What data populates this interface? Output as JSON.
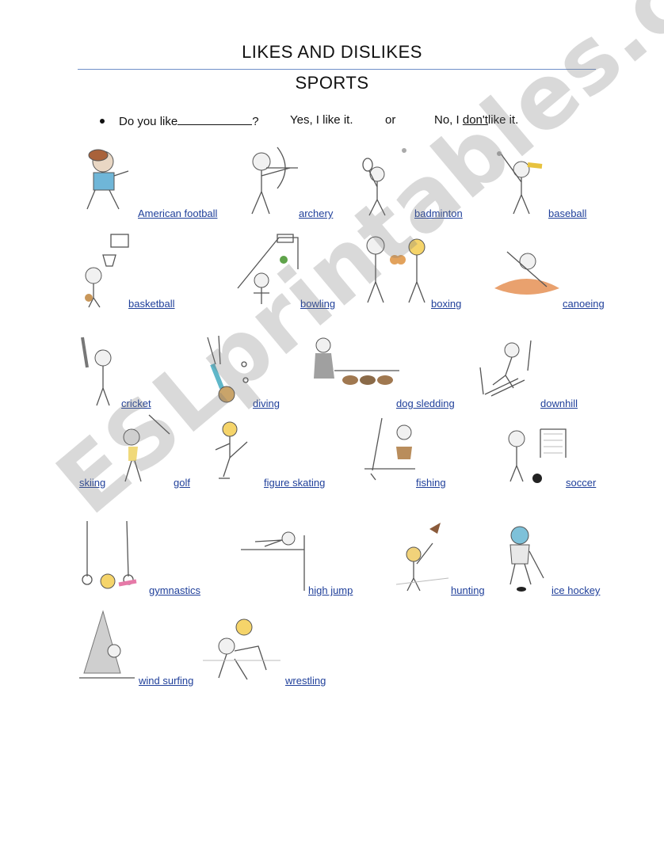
{
  "header": {
    "title": "LIKES AND DISLIKES",
    "subtitle": "SPORTS"
  },
  "prompt": {
    "question_start": "Do you like",
    "question_end": "?",
    "yes_answer": "Yes, I like it.",
    "or": "or",
    "no_start": "No, I",
    "no_dont": "don't",
    "no_end": "like it."
  },
  "sports": [
    "American football",
    "archery",
    "badminton",
    "baseball",
    "basketball",
    "bowling",
    "boxing",
    "canoeing",
    "cricket",
    "diving",
    "dog sledding",
    "downhill",
    "skiing",
    "golf",
    "figure skating",
    "fishing",
    "soccer",
    "gymnastics",
    "high jump",
    "hunting",
    "ice hockey",
    "wind surfing",
    "wrestling"
  ],
  "watermark": "ESLprintables.com",
  "colors": {
    "link": "#1f3f9a",
    "rule": "#6f8fc8",
    "watermark": "rgba(120,120,120,0.28)"
  }
}
